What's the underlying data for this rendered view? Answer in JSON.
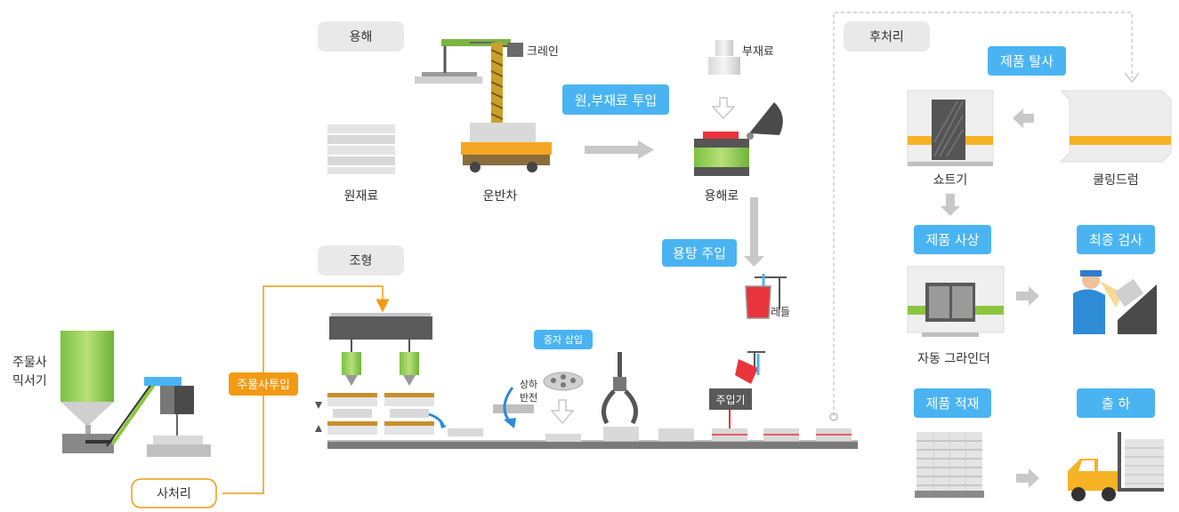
{
  "sections": {
    "melting": "용해",
    "molding": "조형",
    "post": "후처리"
  },
  "labels": {
    "crane": "크레인",
    "sub_material": "부재료",
    "raw_material": "원재료",
    "carrier": "운반차",
    "furnace": "용해로",
    "ladle": "레들",
    "sand_mixer_line1": "주물사",
    "sand_mixer_line2": "믹서기",
    "flip_line1": "상하",
    "flip_line2": "반전",
    "pourer": "주입기",
    "shot": "쇼트기",
    "cooling_drum": "쿨링드럼",
    "grinder": "자동 그라인더"
  },
  "steps": {
    "material_input": "원,부재료 투입",
    "molten_pour": "용탕 주입",
    "sand_input": "주물사투입",
    "sand_treatment": "사처리",
    "core_insert": "중자 삽입",
    "shakeout": "제품 탈사",
    "finishing": "제품 사상",
    "final_inspection": "최종 검사",
    "stacking": "제품 적재",
    "shipping": "출 하"
  },
  "colors": {
    "step_blue": "#4ab4f2",
    "orange": "#f39a12",
    "section_gray": "#e9e9e9",
    "furnace_green": "#8cc63f",
    "ladle_red": "#e8343c",
    "cart_orange": "#f5a623"
  }
}
